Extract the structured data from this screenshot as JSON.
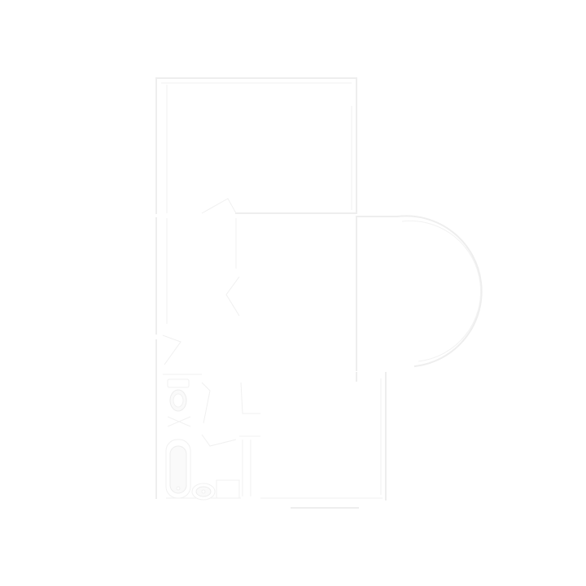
{
  "plan": {
    "style": {
      "background": "#ffffff",
      "line_color": "#eeeeee"
    },
    "rooms": [
      "room-upper",
      "room-center",
      "room-lower-right",
      "room-bathroom",
      "room-bay"
    ],
    "fixtures": [
      "toilet",
      "bathtub",
      "sink",
      "washer"
    ],
    "doors": [
      "door-upper-left",
      "door-center",
      "door-bath-top",
      "door-bath-mid",
      "door-hall",
      "door-bath-low"
    ]
  }
}
